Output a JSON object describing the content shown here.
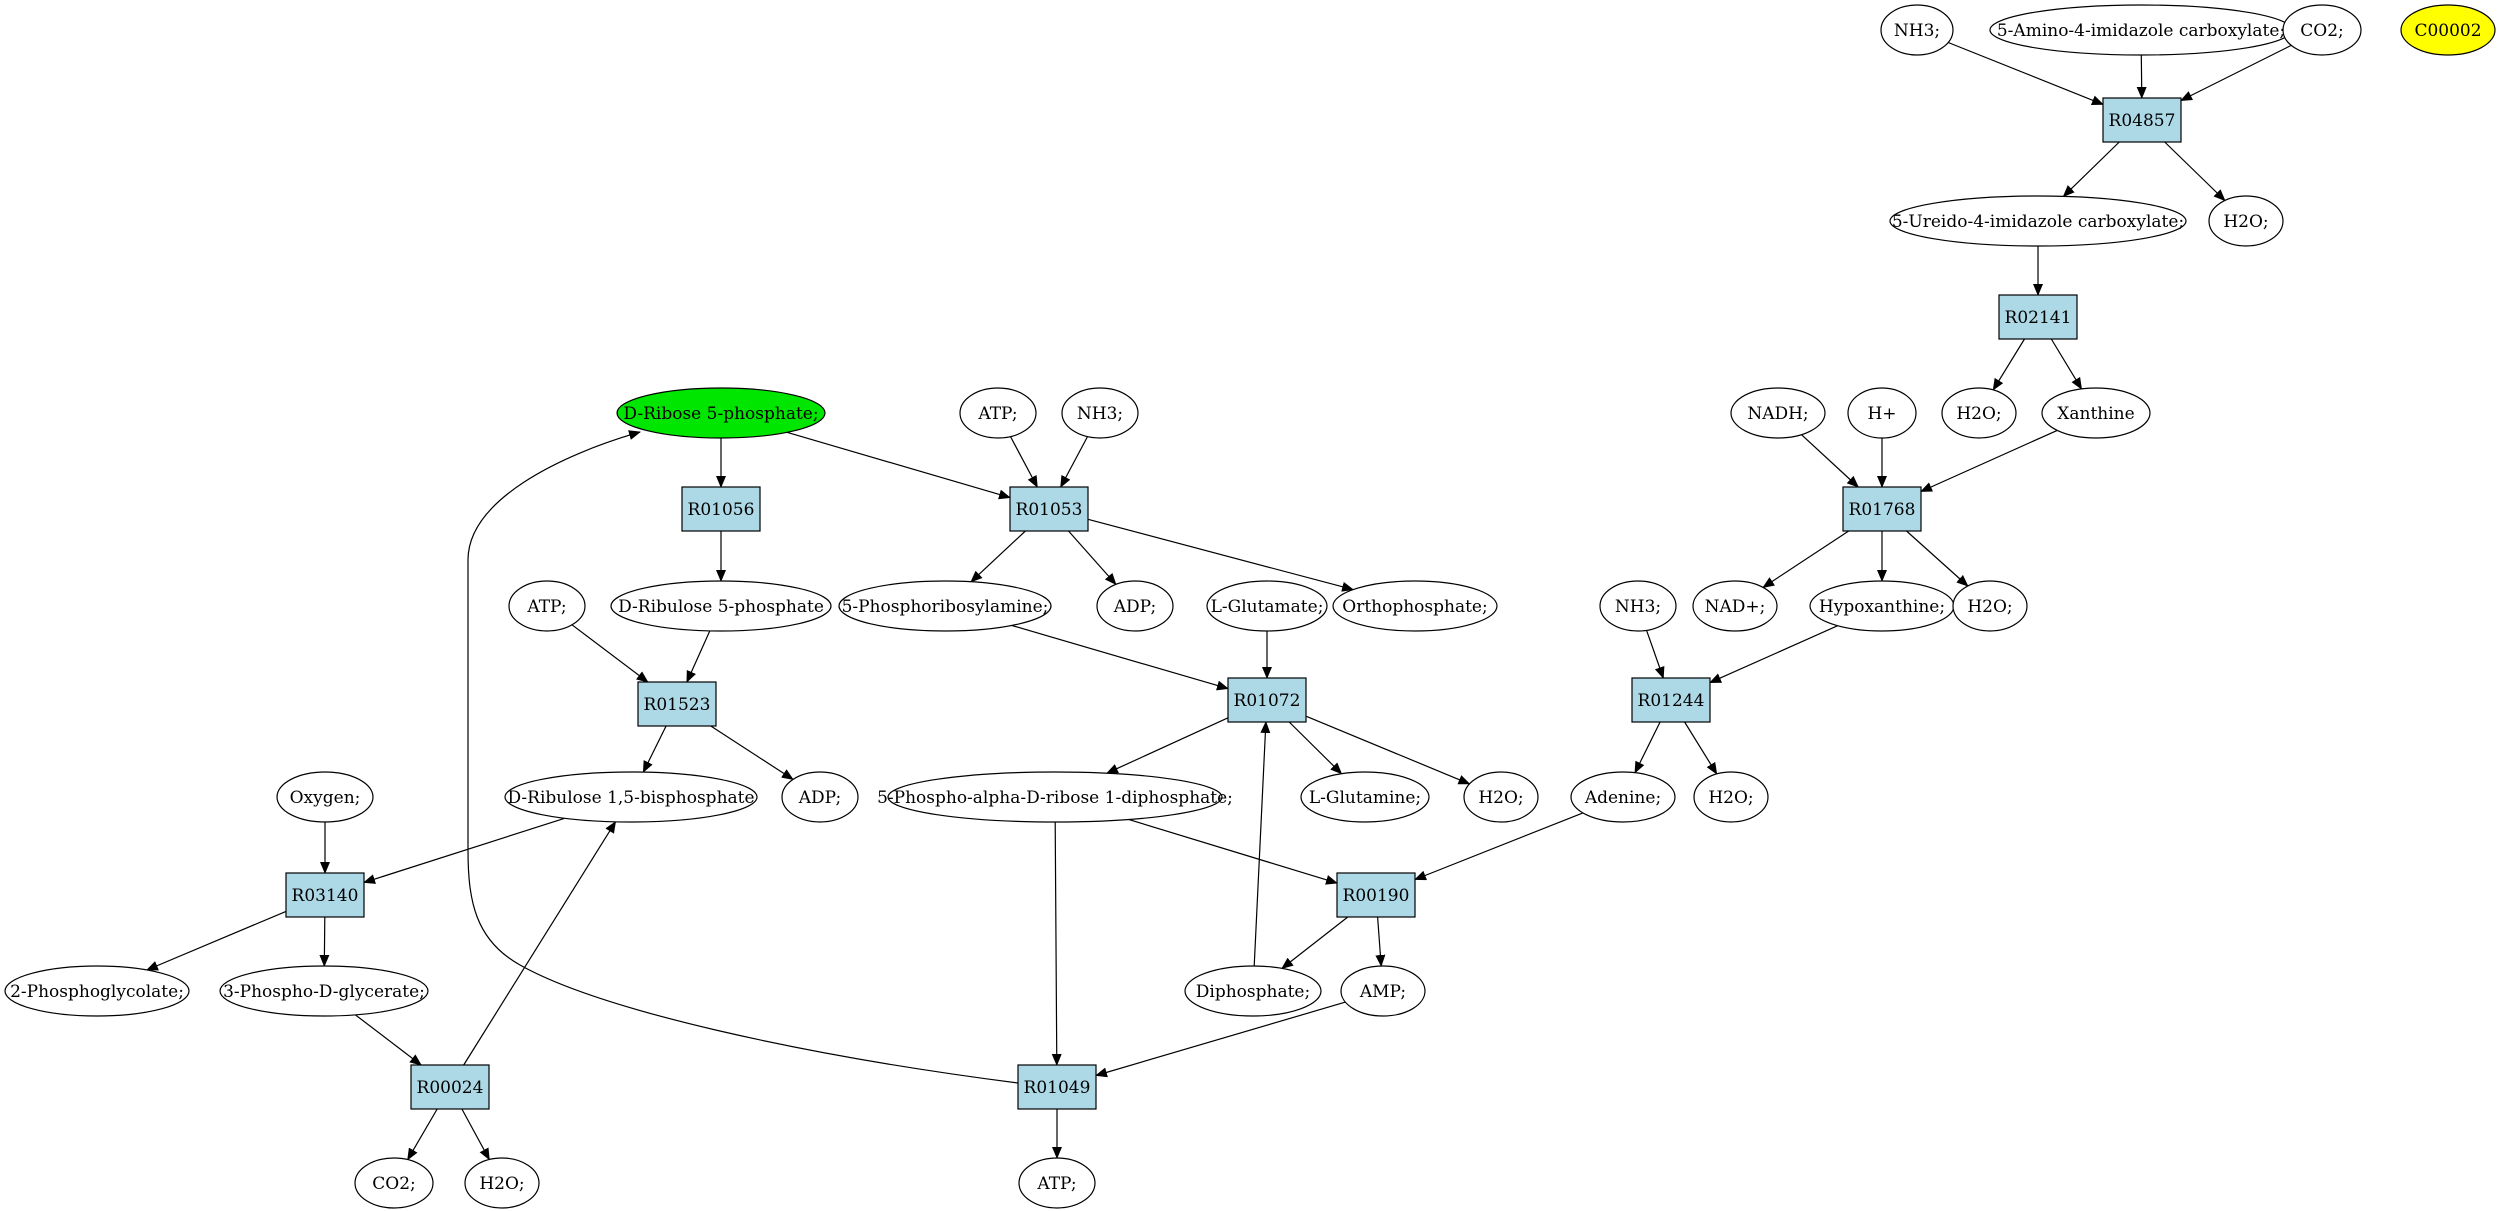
{
  "colors": {
    "reaction_fill": "#add8e6",
    "compound_fill": "#ffffff",
    "start_fill": "#00e600",
    "highlight_fill": "#ffff00",
    "stroke": "#000000"
  },
  "reactions": [
    {
      "id": "r04857",
      "label": "R04857"
    },
    {
      "id": "r02141",
      "label": "R02141"
    },
    {
      "id": "r01768",
      "label": "R01768"
    },
    {
      "id": "r01056",
      "label": "R01056"
    },
    {
      "id": "r01053",
      "label": "R01053"
    },
    {
      "id": "r01523",
      "label": "R01523"
    },
    {
      "id": "r01072",
      "label": "R01072"
    },
    {
      "id": "r01244",
      "label": "R01244"
    },
    {
      "id": "r03140",
      "label": "R03140"
    },
    {
      "id": "r00190",
      "label": "R00190"
    },
    {
      "id": "r00024",
      "label": "R00024"
    },
    {
      "id": "r01049",
      "label": "R01049"
    }
  ],
  "compounds": [
    {
      "id": "c_nh3_top",
      "label": "NH3;"
    },
    {
      "id": "c_aica",
      "label": "5-Amino-4-imidazole carboxylate;"
    },
    {
      "id": "c_co2_top",
      "label": "CO2;"
    },
    {
      "id": "c_c00002",
      "label": "C00002"
    },
    {
      "id": "c_ureido",
      "label": "5-Ureido-4-imidazole carboxylate;"
    },
    {
      "id": "c_h2o_r04857",
      "label": "H2O;"
    },
    {
      "id": "c_h2o_r02141",
      "label": "H2O;"
    },
    {
      "id": "c_xanthine",
      "label": "Xanthine"
    },
    {
      "id": "c_nadh",
      "label": "NADH;"
    },
    {
      "id": "c_hplus",
      "label": "H+"
    },
    {
      "id": "c_ribose5p",
      "label": "D-Ribose 5-phosphate;"
    },
    {
      "id": "c_atp_r01053",
      "label": "ATP;"
    },
    {
      "id": "c_nh3_r01053",
      "label": "NH3;"
    },
    {
      "id": "c_nadplus",
      "label": "NAD+;"
    },
    {
      "id": "c_hypoxanthine",
      "label": "Hypoxanthine;"
    },
    {
      "id": "c_h2o_r01768",
      "label": "H2O;"
    },
    {
      "id": "c_atp_r01523",
      "label": "ATP;"
    },
    {
      "id": "c_ribulose5p",
      "label": "D-Ribulose 5-phosphate"
    },
    {
      "id": "c_prA",
      "label": "5-Phosphoribosylamine;"
    },
    {
      "id": "c_adp_r01053",
      "label": "ADP;"
    },
    {
      "id": "c_lglutamate",
      "label": "L-Glutamate;"
    },
    {
      "id": "c_orthophosphate",
      "label": "Orthophosphate;"
    },
    {
      "id": "c_nh3_r01244",
      "label": "NH3;"
    },
    {
      "id": "c_oxygen",
      "label": "Oxygen;"
    },
    {
      "id": "c_rubp",
      "label": "D-Ribulose 1,5-bisphosphate"
    },
    {
      "id": "c_adp_r01523",
      "label": "ADP;"
    },
    {
      "id": "c_prpp",
      "label": "5-Phospho-alpha-D-ribose 1-diphosphate;"
    },
    {
      "id": "c_lglutamine",
      "label": "L-Glutamine;"
    },
    {
      "id": "c_h2o_r01072",
      "label": "H2O;"
    },
    {
      "id": "c_adenine",
      "label": "Adenine;"
    },
    {
      "id": "c_h2o_r01244",
      "label": "H2O;"
    },
    {
      "id": "c_2pg",
      "label": "2-Phosphoglycolate;"
    },
    {
      "id": "c_3pg",
      "label": "3-Phospho-D-glycerate;"
    },
    {
      "id": "c_diphosphate",
      "label": "Diphosphate;"
    },
    {
      "id": "c_amp",
      "label": "AMP;"
    },
    {
      "id": "c_co2_r00024",
      "label": "CO2;"
    },
    {
      "id": "c_h2o_r00024",
      "label": "H2O;"
    },
    {
      "id": "c_atp_r01049",
      "label": "ATP;"
    }
  ],
  "edges": [
    {
      "from": "c_nh3_top",
      "to": "r04857"
    },
    {
      "from": "c_aica",
      "to": "r04857"
    },
    {
      "from": "c_co2_top",
      "to": "r04857"
    },
    {
      "from": "r04857",
      "to": "c_ureido"
    },
    {
      "from": "r04857",
      "to": "c_h2o_r04857"
    },
    {
      "from": "c_ureido",
      "to": "r02141"
    },
    {
      "from": "r02141",
      "to": "c_h2o_r02141"
    },
    {
      "from": "r02141",
      "to": "c_xanthine"
    },
    {
      "from": "c_nadh",
      "to": "r01768"
    },
    {
      "from": "c_hplus",
      "to": "r01768"
    },
    {
      "from": "c_xanthine",
      "to": "r01768"
    },
    {
      "from": "r01768",
      "to": "c_nadplus"
    },
    {
      "from": "r01768",
      "to": "c_hypoxanthine"
    },
    {
      "from": "r01768",
      "to": "c_h2o_r01768"
    },
    {
      "from": "c_ribose5p",
      "to": "r01056"
    },
    {
      "from": "c_ribose5p",
      "to": "r01053"
    },
    {
      "from": "c_atp_r01053",
      "to": "r01053"
    },
    {
      "from": "c_nh3_r01053",
      "to": "r01053"
    },
    {
      "from": "r01056",
      "to": "c_ribulose5p"
    },
    {
      "from": "r01053",
      "to": "c_prA"
    },
    {
      "from": "r01053",
      "to": "c_adp_r01053"
    },
    {
      "from": "r01053",
      "to": "c_orthophosphate"
    },
    {
      "from": "c_atp_r01523",
      "to": "r01523"
    },
    {
      "from": "c_ribulose5p",
      "to": "r01523"
    },
    {
      "from": "r01523",
      "to": "c_rubp"
    },
    {
      "from": "r01523",
      "to": "c_adp_r01523"
    },
    {
      "from": "c_prA",
      "to": "r01072"
    },
    {
      "from": "c_lglutamate",
      "to": "r01072"
    },
    {
      "from": "r01072",
      "to": "c_prpp"
    },
    {
      "from": "r01072",
      "to": "c_lglutamine"
    },
    {
      "from": "r01072",
      "to": "c_h2o_r01072"
    },
    {
      "from": "c_nh3_r01244",
      "to": "r01244"
    },
    {
      "from": "c_hypoxanthine",
      "to": "r01244"
    },
    {
      "from": "r01244",
      "to": "c_adenine"
    },
    {
      "from": "r01244",
      "to": "c_h2o_r01244"
    },
    {
      "from": "c_oxygen",
      "to": "r03140"
    },
    {
      "from": "c_rubp",
      "to": "r03140"
    },
    {
      "from": "r03140",
      "to": "c_2pg"
    },
    {
      "from": "r03140",
      "to": "c_3pg"
    },
    {
      "from": "c_prpp",
      "to": "r00190"
    },
    {
      "from": "c_adenine",
      "to": "r00190"
    },
    {
      "from": "r00190",
      "to": "c_diphosphate"
    },
    {
      "from": "r00190",
      "to": "c_amp"
    },
    {
      "from": "c_diphosphate",
      "to": "r01072"
    },
    {
      "from": "c_3pg",
      "to": "r00024"
    },
    {
      "from": "r00024",
      "to": "c_co2_r00024"
    },
    {
      "from": "r00024",
      "to": "c_h2o_r00024"
    },
    {
      "from": "r00024",
      "to": "c_rubp"
    },
    {
      "from": "c_prpp",
      "to": "r01049"
    },
    {
      "from": "c_amp",
      "to": "r01049"
    },
    {
      "from": "r01049",
      "to": "c_atp_r01049"
    },
    {
      "from": "r01049",
      "to": "c_ribose5p"
    }
  ]
}
